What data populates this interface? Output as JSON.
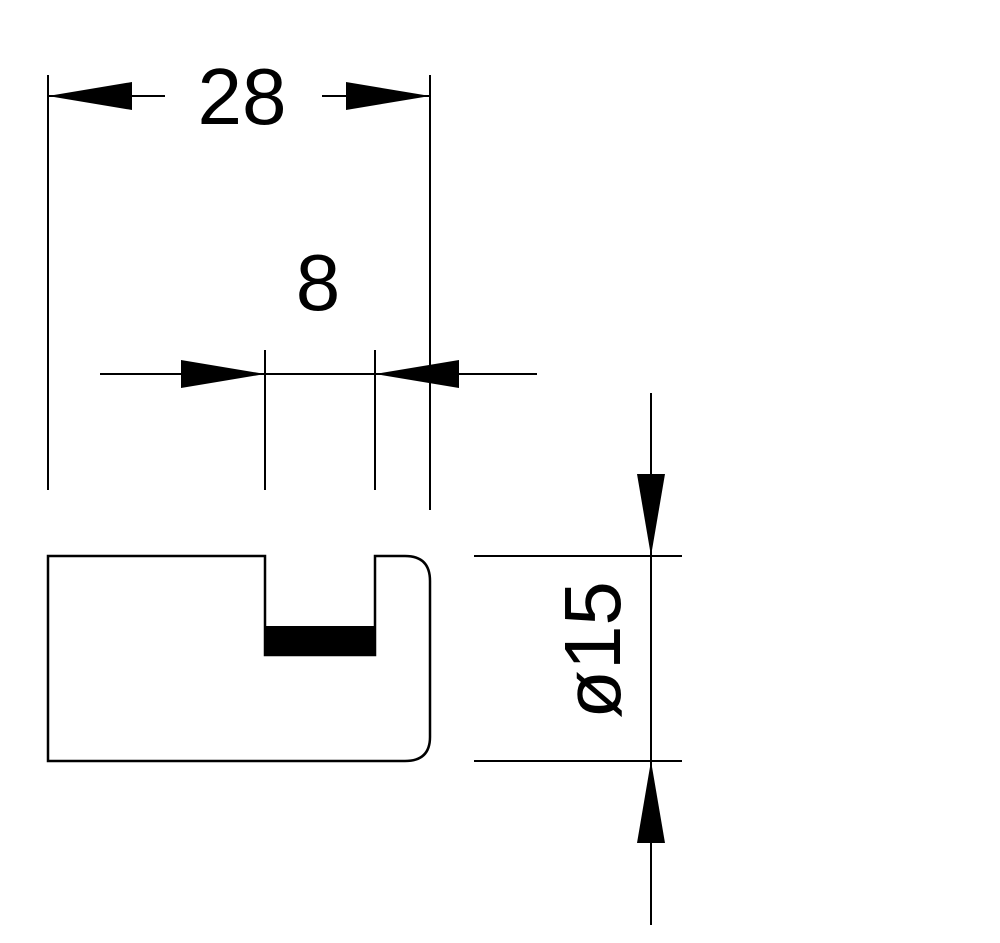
{
  "drawing": {
    "dimensions": {
      "overall_width": "28",
      "slot_width": "8",
      "diameter": "ø15"
    },
    "colors": {
      "line": "#000000",
      "background": "#ffffff"
    }
  }
}
